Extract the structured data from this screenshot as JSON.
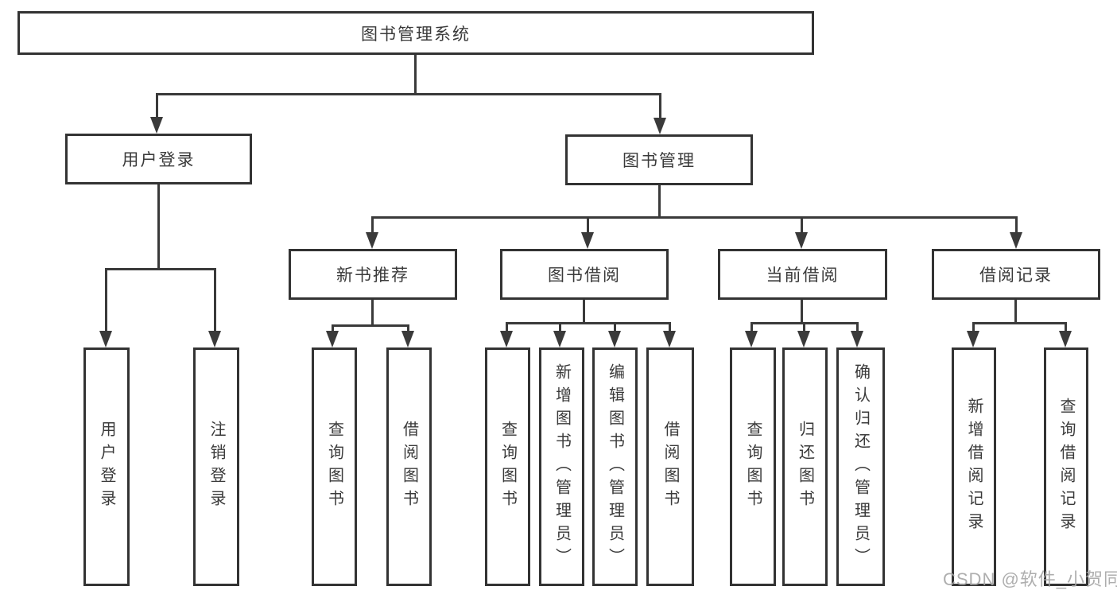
{
  "diagram_title": "图书管理系统",
  "nodes": {
    "root": {
      "label": "图书管理系统"
    },
    "user_login": {
      "label": "用户登录"
    },
    "book_mgmt": {
      "label": "图书管理"
    },
    "user_login_do": {
      "label": "用户登录"
    },
    "logout": {
      "label": "注销登录"
    },
    "new_books": {
      "label": "新书推荐"
    },
    "book_borrow": {
      "label": "图书借阅"
    },
    "current_borrow": {
      "label": "当前借阅"
    },
    "borrow_records": {
      "label": "借阅记录"
    },
    "nb_query": {
      "label": "查询图书"
    },
    "nb_borrow": {
      "label": "借阅图书"
    },
    "bb_query": {
      "label": "查询图书"
    },
    "bb_add": {
      "label": "新增图书（管理员）"
    },
    "bb_edit": {
      "label": "编辑图书（管理员）"
    },
    "bb_borrow": {
      "label": "借阅图书"
    },
    "cb_query": {
      "label": "查询图书"
    },
    "cb_return": {
      "label": "归还图书"
    },
    "cb_confirm": {
      "label": "确认归还（管理员）"
    },
    "br_add": {
      "label": "新增借阅记录"
    },
    "br_query": {
      "label": "查询借阅记录"
    }
  },
  "watermark": {
    "text": "CSDN @软件_小贺同学"
  },
  "colors": {
    "line": "#3a3a3a",
    "box_border": "#333333",
    "text": "#3a3a3a",
    "background": "#ffffff",
    "watermark": "#a6a6a6"
  }
}
